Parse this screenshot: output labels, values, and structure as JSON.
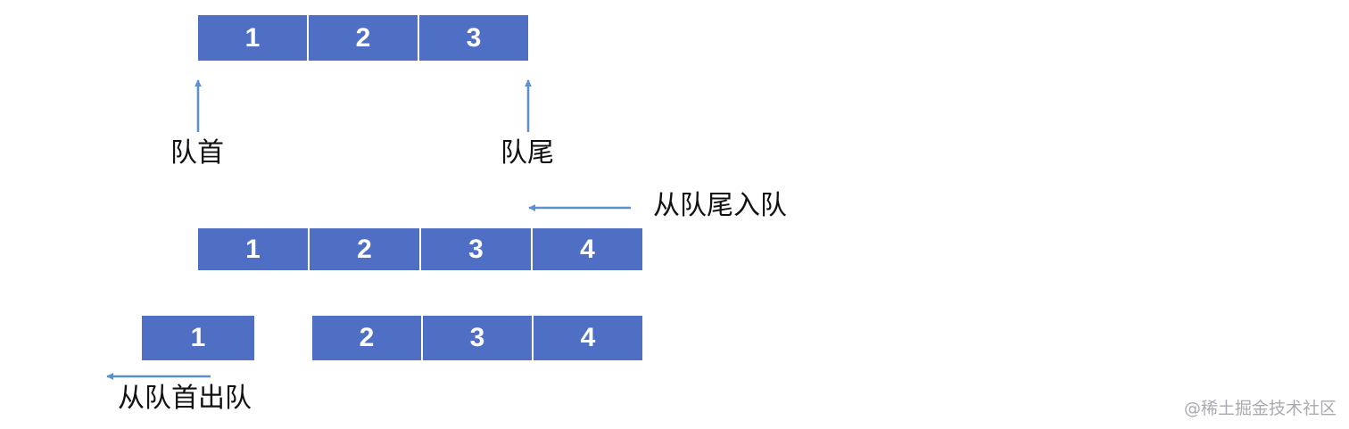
{
  "diagram": {
    "initial_queue": {
      "cells": [
        "1",
        "2",
        "3"
      ]
    },
    "head_label": "队首",
    "tail_label": "队尾",
    "enqueue_label": "从队尾入队",
    "after_enqueue": {
      "cells": [
        "1",
        "2",
        "3",
        "4"
      ]
    },
    "dequeued": {
      "cells": [
        "1"
      ]
    },
    "remaining": {
      "cells": [
        "2",
        "3",
        "4"
      ]
    },
    "dequeue_label": "从队首出队"
  },
  "watermark": "@稀土掘金技术社区",
  "colors": {
    "cell_fill": "#4f6fc4",
    "arrow": "#5b8fcf",
    "text": "#111111",
    "watermark": "#a9abb0"
  }
}
